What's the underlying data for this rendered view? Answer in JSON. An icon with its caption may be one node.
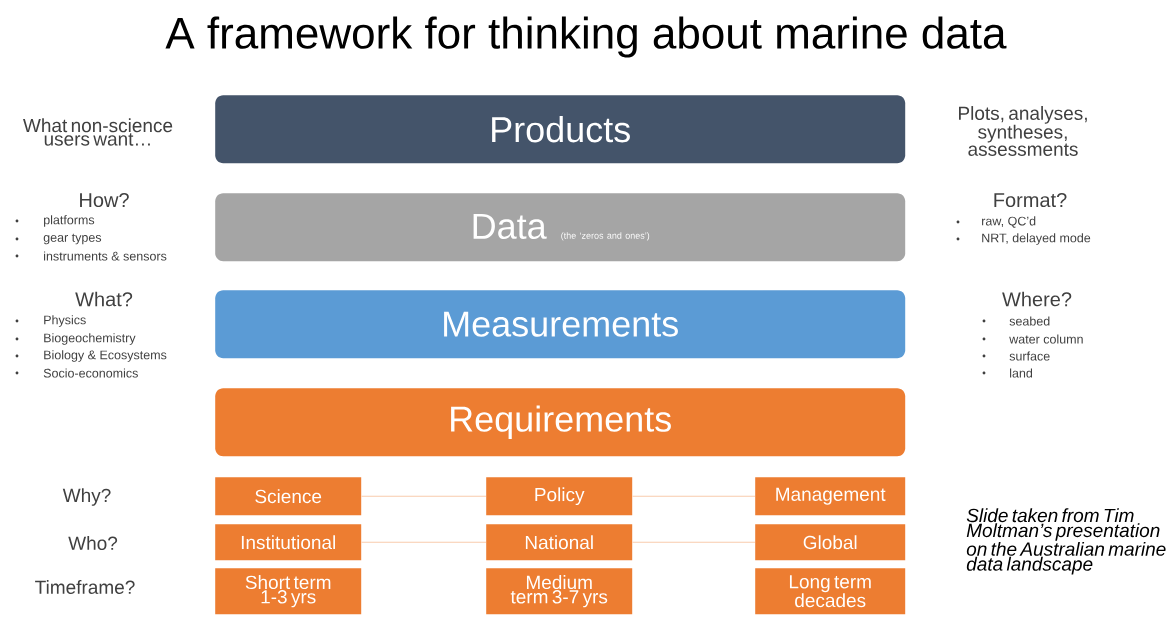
{
  "diagram": {
    "title": "A framework for thinking about marine data",
    "caption": "Slide taken from Tim Moltman’s presentation on the Australian marine data landscape",
    "nodes": [
      {
        "text": [
          "Products"
        ]
      },
      {
        "text": [
          "Data",
          "(the ‘zeros and ones’)"
        ]
      },
      {
        "text": [
          "Measurements"
        ]
      },
      {
        "text": [
          "Requirements"
        ]
      },
      {
        "text": [
          "Science"
        ]
      },
      {
        "text": [
          "Policy"
        ]
      },
      {
        "text": [
          "Management"
        ]
      },
      {
        "text": [
          "Institutional"
        ]
      },
      {
        "text": [
          "National"
        ]
      },
      {
        "text": [
          "Global"
        ]
      },
      {
        "text": [
          "Short term 1-3 yrs"
        ]
      },
      {
        "text": [
          "Medium term 3-7 yrs"
        ]
      },
      {
        "text": [
          "Long term decades"
        ]
      }
    ],
    "edges": [
      {
        "from": 4,
        "to": 5,
        "arrow": "none"
      },
      {
        "from": 5,
        "to": 6,
        "arrow": "none"
      },
      {
        "from": 7,
        "to": 8,
        "arrow": "none"
      },
      {
        "from": 8,
        "to": 9,
        "arrow": "none"
      }
    ],
    "labels": [
      "What non-science users want…",
      "Plots, analyses, syntheses, assessments",
      "How?",
      "platforms",
      "gear types",
      "instruments & sensors",
      "Format?",
      "raw, QC’d",
      "NRT, delayed mode",
      "What?",
      "Physics",
      "Biogeochemistry",
      "Biology & Ecosystems",
      "Socio-economics",
      "Where?",
      "seabed",
      "water column",
      "surface",
      "land",
      "Why?",
      "Who?",
      "Timeframe?"
    ]
  }
}
